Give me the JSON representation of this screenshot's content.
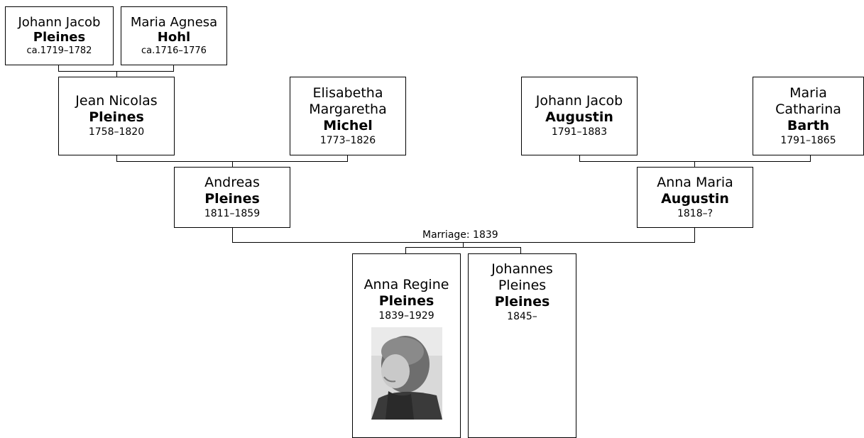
{
  "people": {
    "gg1": {
      "given": "Johann Jacob",
      "surname": "Pleines",
      "dates": "ca.1719–1782"
    },
    "gg2": {
      "given": "Maria Agnesa",
      "surname": "Hohl",
      "dates": "ca.1716–1776"
    },
    "g1": {
      "given": "Jean Nicolas",
      "surname": "Pleines",
      "dates": "1758–1820"
    },
    "g2": {
      "given_line1": "Elisabetha",
      "given_line2": "Margaretha",
      "surname": "Michel",
      "dates": "1773–1826"
    },
    "g3": {
      "given": "Johann Jacob",
      "surname": "Augustin",
      "dates": "1791–1883"
    },
    "g4": {
      "given_line1": "Maria",
      "given_line2": "Catharina",
      "surname": "Barth",
      "dates": "1791–1865"
    },
    "father": {
      "given": "Andreas",
      "surname": "Pleines",
      "dates": "1811–1859"
    },
    "mother": {
      "given": "Anna Maria",
      "surname": "Augustin",
      "dates": "1818–?"
    },
    "child1": {
      "given": "Anna Regine",
      "surname": "Pleines",
      "dates": "1839–1929",
      "photo": "portrait-photo"
    },
    "child2": {
      "given_line1": "Johannes",
      "given_line2": "Pleines",
      "surname": "Pleines",
      "dates": "1845–"
    }
  },
  "marriage_label": "Marriage: 1839"
}
